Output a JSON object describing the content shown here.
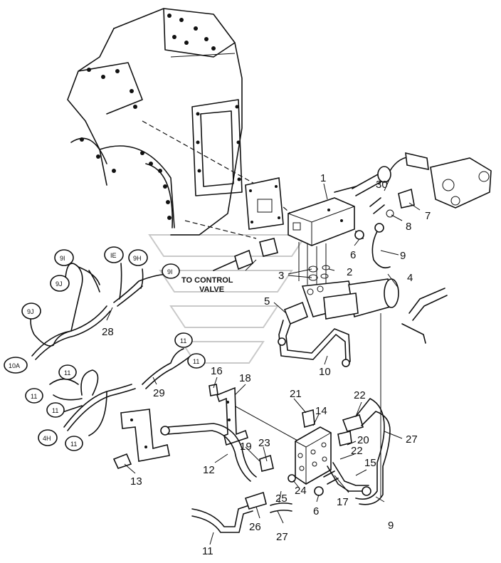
{
  "callouts": {
    "c1": "1",
    "c2": "2",
    "c3": "3",
    "c4": "4",
    "c5": "5",
    "c6a": "6",
    "c6b": "6",
    "c7": "7",
    "c8": "8",
    "c9a": "9",
    "c9b": "9",
    "c10": "10",
    "c11a": "11",
    "c12": "12",
    "c13": "13",
    "c14": "14",
    "c15": "15",
    "c16": "16",
    "c17": "17",
    "c18": "18",
    "c19": "19",
    "c20": "20",
    "c21": "21",
    "c22a": "22",
    "c22b": "22",
    "c23": "23",
    "c24": "24",
    "c25": "25",
    "c26": "26",
    "c27a": "27",
    "c27b": "27",
    "c28": "28",
    "c29": "29",
    "c30": "30"
  },
  "wire_tags": {
    "w9i_a": "9I",
    "w9i_b": "9I",
    "w9h": "9H",
    "w1e": "IE",
    "w9j_a": "9J",
    "w9j_b": "9J",
    "w10a": "10A",
    "w11_a": "11",
    "w11_b": "11",
    "w11_c": "11",
    "w11_d": "11",
    "w11_e": "11",
    "w11_f": "11",
    "w4h": "4H"
  },
  "note": {
    "line1": "TO CONTROL",
    "line2": "VALVE"
  }
}
